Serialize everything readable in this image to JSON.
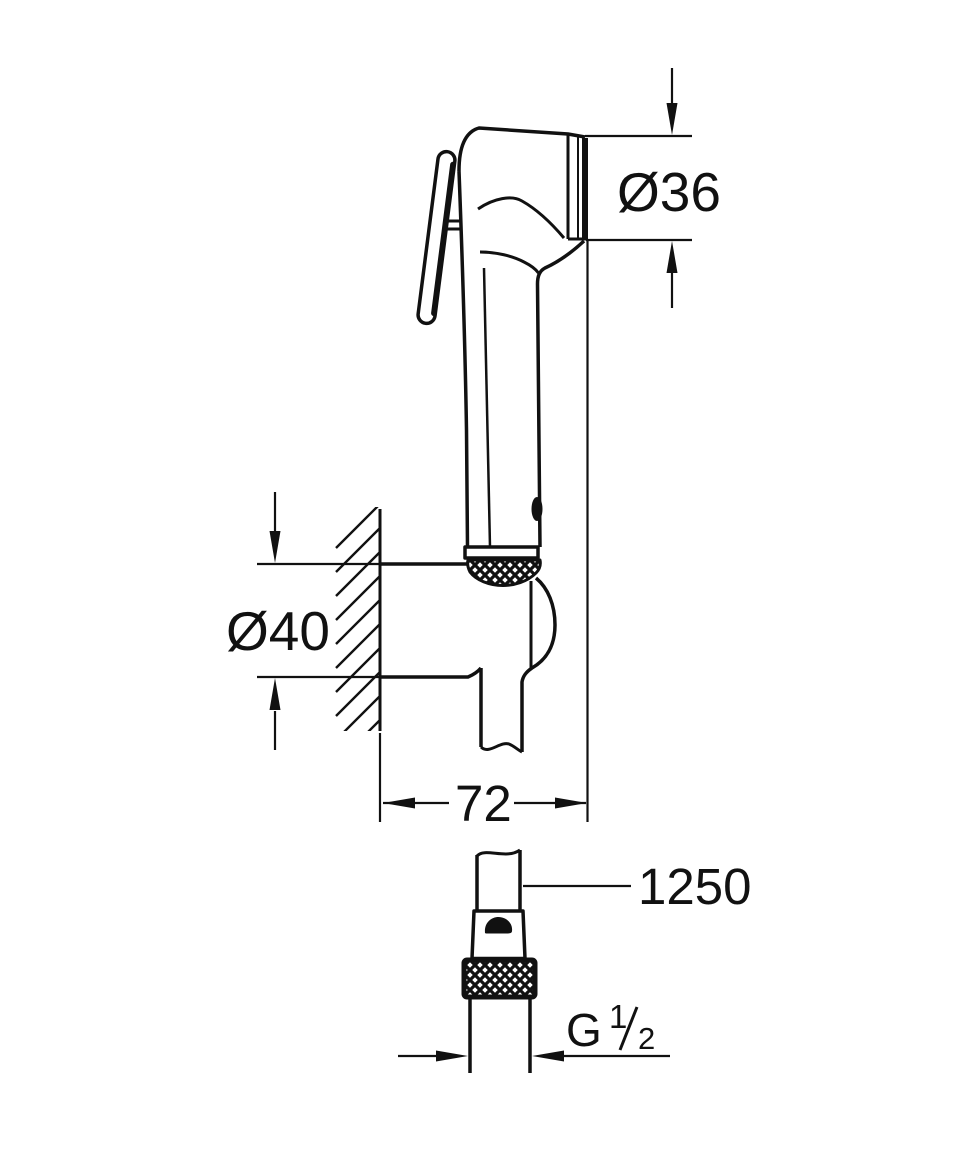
{
  "drawing": {
    "type": "technical-dimension-drawing",
    "subject": "hand-shower-with-wall-holder-and-hose",
    "colors": {
      "line": "#111111",
      "background": "#ffffff"
    },
    "dimensions": {
      "head_diameter": "Ø36",
      "holder_diameter": "Ø40",
      "holder_depth": "72",
      "hose_length": "1250",
      "thread_prefix": "G",
      "thread_numerator": "1",
      "thread_denominator": "2"
    }
  }
}
